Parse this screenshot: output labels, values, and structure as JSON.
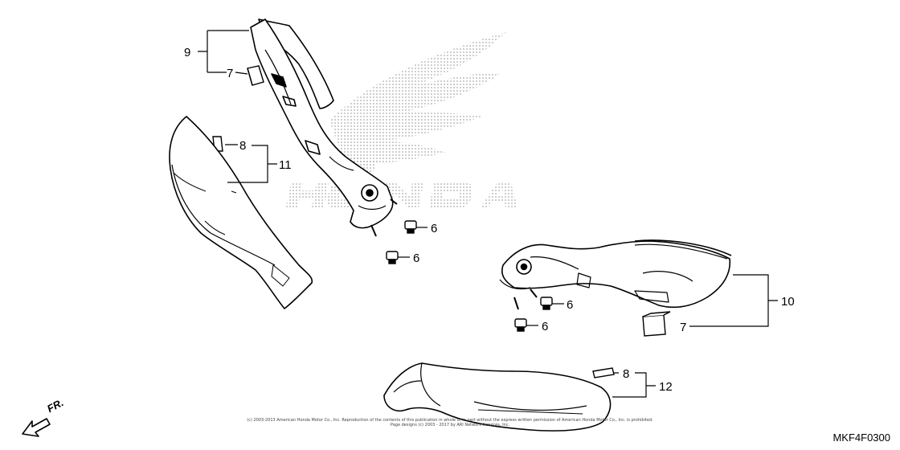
{
  "watermark": {
    "brand": "HONDA",
    "icon": "honda-wing-logo"
  },
  "callouts": [
    {
      "id": "c9",
      "label": "9"
    },
    {
      "id": "c7a",
      "label": "7"
    },
    {
      "id": "c8a",
      "label": "8"
    },
    {
      "id": "c11",
      "label": "11"
    },
    {
      "id": "c6a",
      "label": "6"
    },
    {
      "id": "c6b",
      "label": "6"
    },
    {
      "id": "c10",
      "label": "10"
    },
    {
      "id": "c6c",
      "label": "6"
    },
    {
      "id": "c6d",
      "label": "6"
    },
    {
      "id": "c7b",
      "label": "7"
    },
    {
      "id": "c8b",
      "label": "8"
    },
    {
      "id": "c12",
      "label": "12"
    }
  ],
  "direction_indicator": {
    "label": "FR.",
    "icon": "front-arrow-icon"
  },
  "copyright": {
    "line1": "(c) 2003-2013 American Honda Motor Co., Inc. Reproduction of the contents of this publication in whole or in part without the express written permission of American Honda Motor Co., Inc. is prohibited.",
    "line2": "Page designs (c) 2003 - 2017 by ARI Network Services, Inc."
  },
  "diagram_code": "MKF4F0300"
}
